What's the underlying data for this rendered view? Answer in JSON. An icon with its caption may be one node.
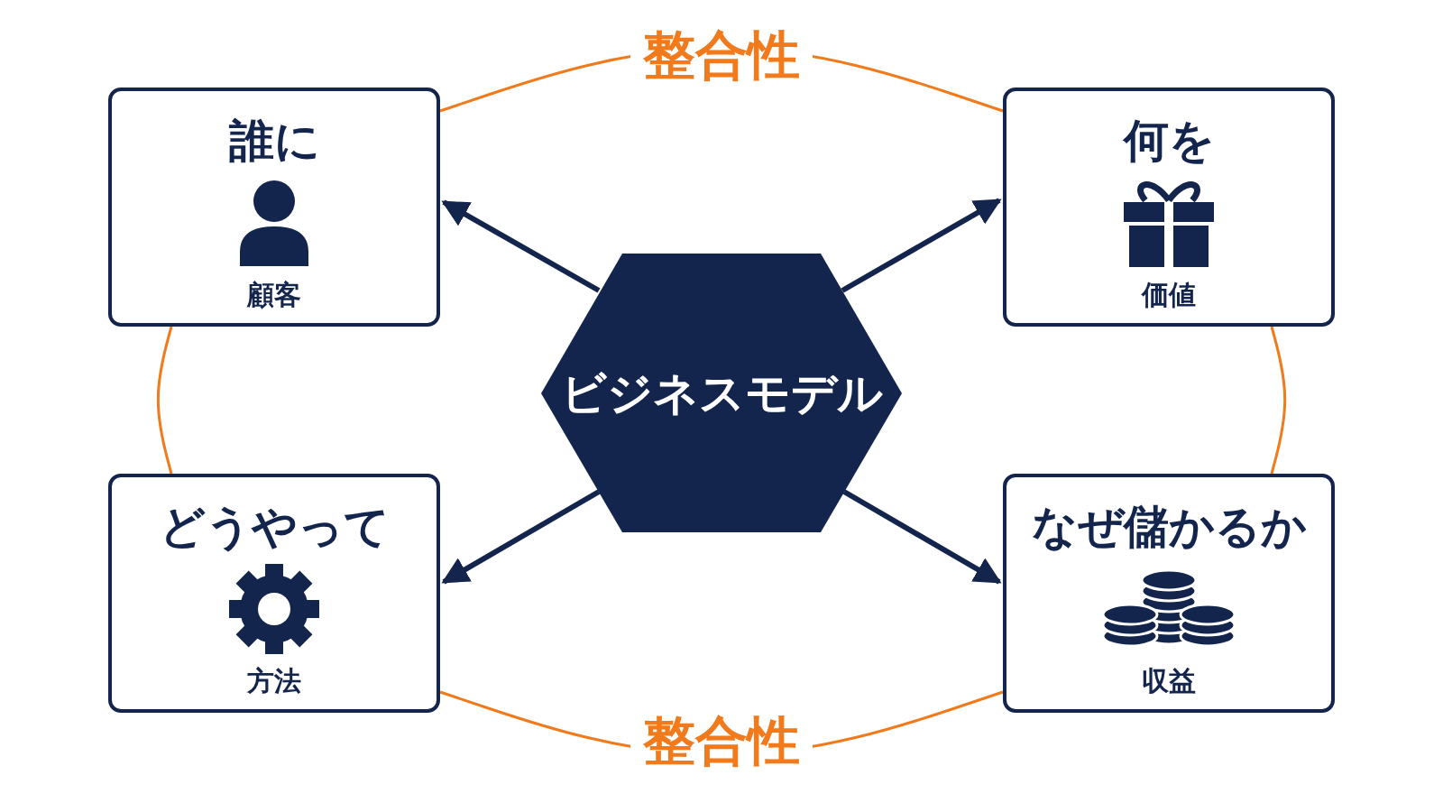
{
  "diagram": {
    "nodes": [
      {
        "text": [
          "ビジネスモデル"
        ]
      },
      {
        "text": [
          "誰に",
          "顧客"
        ]
      },
      {
        "text": [
          "何を",
          "価値"
        ]
      },
      {
        "text": [
          "どうやって",
          "方法"
        ]
      },
      {
        "text": [
          "なぜ儲かるか",
          "収益"
        ]
      }
    ],
    "edges": [
      {
        "from": 0,
        "to": 1,
        "arrow": "to",
        "style": "thick"
      },
      {
        "from": 0,
        "to": 2,
        "arrow": "to",
        "style": "thick"
      },
      {
        "from": 0,
        "to": 3,
        "arrow": "to",
        "style": "thick"
      },
      {
        "from": 0,
        "to": 4,
        "arrow": "to",
        "style": "thick"
      },
      {
        "from": 1,
        "to": 2,
        "arrow": "none",
        "label": "整合性",
        "color": "#f07a1c"
      },
      {
        "from": 1,
        "to": 3,
        "arrow": "none",
        "color": "#f07a1c"
      },
      {
        "from": 2,
        "to": 4,
        "arrow": "none",
        "color": "#f07a1c"
      },
      {
        "from": 3,
        "to": 4,
        "arrow": "none",
        "label": "整合性",
        "color": "#f07a1c"
      }
    ]
  }
}
